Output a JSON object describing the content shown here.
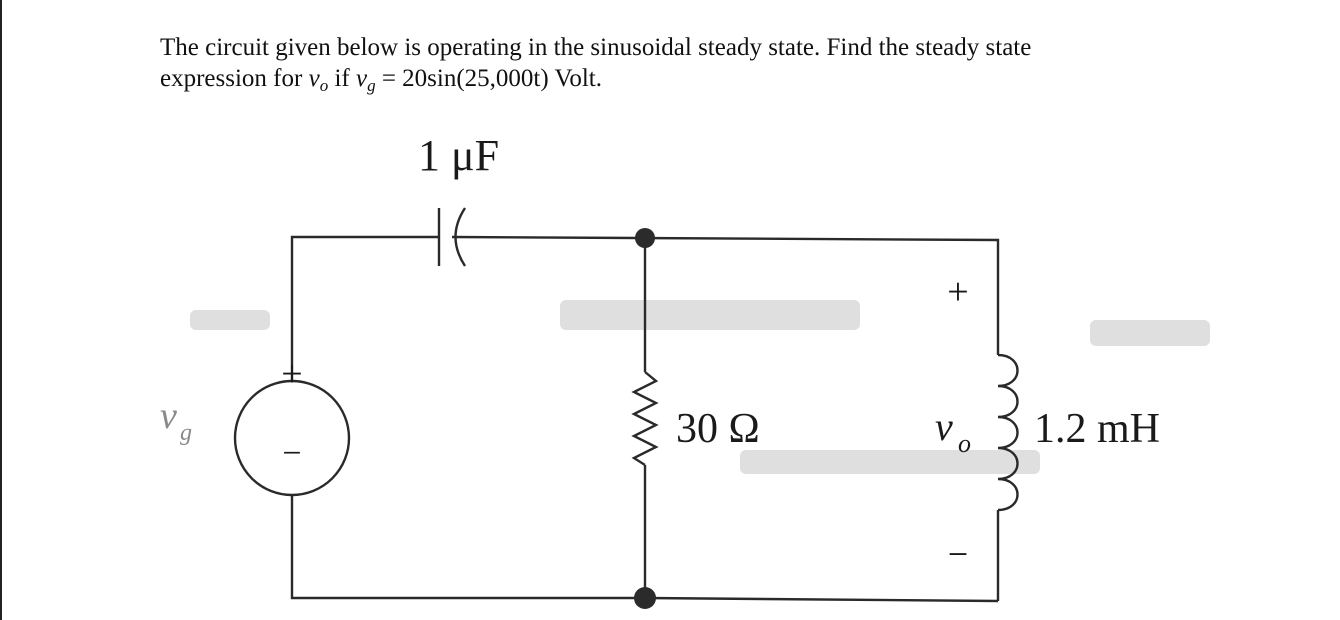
{
  "problem": {
    "line1": "The circuit given below is operating in the sinusoidal steady state. Find the steady state",
    "line2_a": "expression for ",
    "vo_v": "v",
    "vo_sub": "o",
    "line2_b": " if ",
    "vg_v": "v",
    "vg_sub": "g",
    "line2_c": " = 20sin(25,000t) Volt."
  },
  "circuit": {
    "capacitor_label": "1 μF",
    "resistor_label": "30 Ω",
    "inductor_label": "1.2 mH",
    "source_label": "v",
    "source_sub": "g",
    "source_plus": "+",
    "source_minus": "−",
    "output_label": "v",
    "output_sub": "o",
    "output_plus": "+",
    "output_minus": "−"
  }
}
